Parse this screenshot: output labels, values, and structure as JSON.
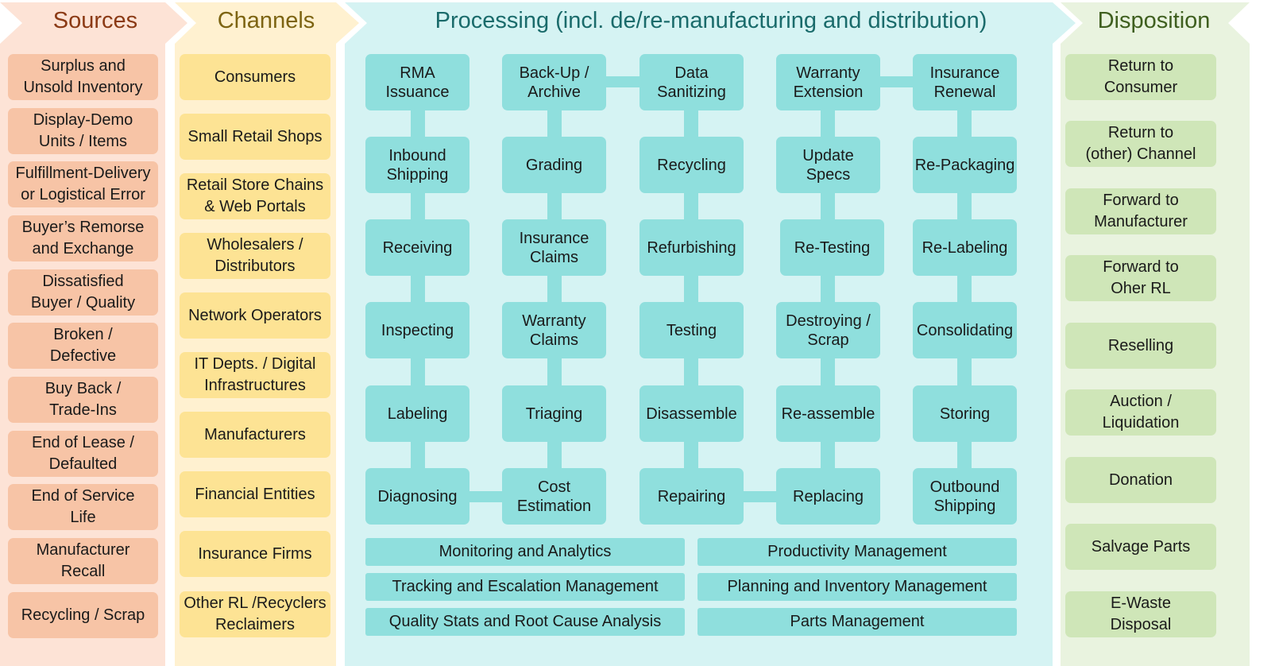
{
  "colors": {
    "sources_bg": "#fde3d6",
    "sources_box": "#f7c4a6",
    "channels_bg": "#fff1d0",
    "channels_box": "#fde394",
    "processing_bg": "#d5f3f3",
    "processing_box": "#8fdfdd",
    "disposition_bg": "#e9f3df",
    "disposition_box": "#cfe6b8"
  },
  "sources": {
    "title": "Sources",
    "items": [
      "Surplus and\nUnsold Inventory",
      "Display-Demo\nUnits / Items",
      "Fulfillment-Delivery\nor Logistical Error",
      "Buyer’s Remorse\nand Exchange",
      "Dissatisfied\nBuyer / Quality",
      "Broken /\nDefective",
      "Buy Back /\nTrade-Ins",
      "End of Lease /\nDefaulted",
      "End of Service\nLife",
      "Manufacturer\nRecall",
      "Recycling / Scrap"
    ]
  },
  "channels": {
    "title": "Channels",
    "items": [
      "Consumers",
      "Small Retail Shops",
      "Retail Store Chains\n& Web Portals",
      "Wholesalers /\nDistributors",
      "Network Operators",
      "IT Depts. / Digital\nInfrastructures",
      "Manufacturers",
      "Financial Entities",
      "Insurance Firms",
      "Other RL /Recyclers\nReclaimers"
    ]
  },
  "processing": {
    "title": "Processing (incl. de/re-manufacturing and distribution)",
    "columns": [
      [
        "RMA\nIssuance",
        "Inbound\nShipping",
        "Receiving",
        "Inspecting",
        "Labeling",
        "Diagnosing"
      ],
      [
        "Back-Up /\nArchive",
        "Grading",
        "Insurance\nClaims",
        "Warranty\nClaims",
        "Triaging",
        "Cost\nEstimation"
      ],
      [
        "Data\nSanitizing",
        "Recycling",
        "Refurbishing",
        "Testing",
        "Disassemble",
        "Repairing"
      ],
      [
        "Warranty\nExtension",
        "Update\nSpecs",
        "Re-Testing",
        "Destroying /\nScrap",
        "Re-assemble",
        "Replacing"
      ],
      [
        "Insurance\nRenewal",
        "Re-Packaging",
        "Re-Labeling",
        "Consolidating",
        "Storing",
        "Outbound\nShipping"
      ]
    ],
    "bars_left": [
      "Monitoring and Analytics",
      "Tracking and Escalation Management",
      "Quality Stats and Root Cause Analysis"
    ],
    "bars_right": [
      "Productivity Management",
      "Planning and Inventory Management",
      "Parts Management"
    ]
  },
  "disposition": {
    "title": "Disposition",
    "items": [
      "Return to\nConsumer",
      "Return to\n(other) Channel",
      "Forward to\nManufacturer",
      "Forward to\nOher RL",
      "Reselling",
      "Auction /\nLiquidation",
      "Donation",
      "Salvage Parts",
      "E-Waste\nDisposal"
    ]
  }
}
